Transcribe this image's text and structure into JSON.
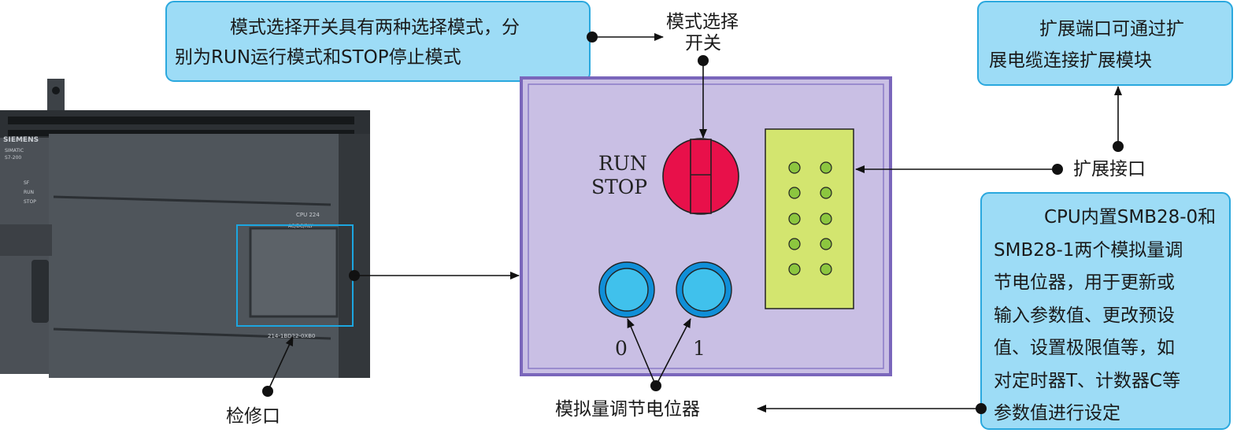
{
  "callouts": {
    "mode_switch_desc": [
      "模式选择开关具有两种选择模式，分",
      "别为RUN运行模式和STOP停止模式"
    ],
    "expansion_desc": [
      "扩展端口可通过扩",
      "展电缆连接扩展模块"
    ],
    "potentiometer_desc": [
      "CPU内置SMB28-0和",
      "SMB28-1两个模拟量调",
      "节电位器，用于更新或",
      "输入参数值、更改预设",
      "值、设置极限值等，如",
      "对定时器T、计数器C等",
      "参数值进行设定"
    ]
  },
  "labels": {
    "mode_switch": [
      "模式选择",
      "开关"
    ],
    "expansion_port": "扩展接口",
    "potentiometer": "模拟量调节电位器",
    "service_port": "检修口",
    "run": "RUN",
    "stop": "STOP",
    "pot0": "0",
    "pot1": "1"
  },
  "plc_photo": {
    "brand": "SIEMENS",
    "series": [
      "SIMATIC",
      "S7-200"
    ],
    "leds": [
      "SF",
      "RUN",
      "STOP"
    ],
    "model": "CPU 224",
    "type": "AC/DC/RLY",
    "part_no": "214-1BD22-0XB0"
  },
  "colors": {
    "callout_fill": "#9ddcf6",
    "callout_border": "#2aa8de",
    "panel_fill": "#c9bfe4",
    "panel_border": "#7a66bb",
    "switch_red": "#e8104a",
    "port_green": "#d3e56f",
    "port_pin": "#8cc63f",
    "pot_outer": "#108fd8",
    "pot_inner": "#40c1ec"
  }
}
